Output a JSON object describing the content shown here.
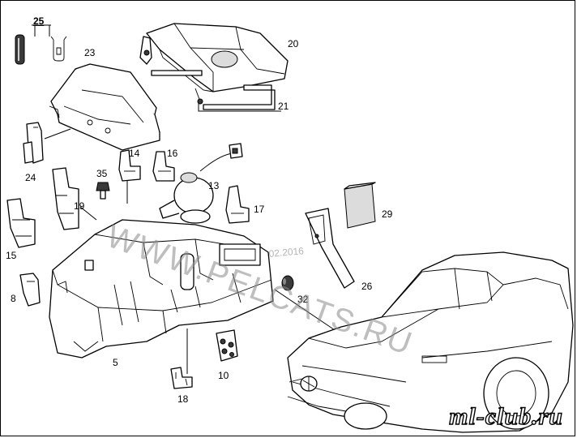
{
  "diagram": {
    "callouts": {
      "c25": "25",
      "c23": "23",
      "c20": "20",
      "c21": "21",
      "c24": "24",
      "c14": "14",
      "c16": "16",
      "c13": "13",
      "c35": "35",
      "c19": "19",
      "c17": "17",
      "c15": "15",
      "c8": "8",
      "c5": "5",
      "c10": "10",
      "c18": "18",
      "c29": "29",
      "c26": "26",
      "c32": "32"
    },
    "watermark": {
      "url": "WWW.PELCATS.RU",
      "date": "02.2016"
    },
    "brand": "ml-club.ru"
  }
}
